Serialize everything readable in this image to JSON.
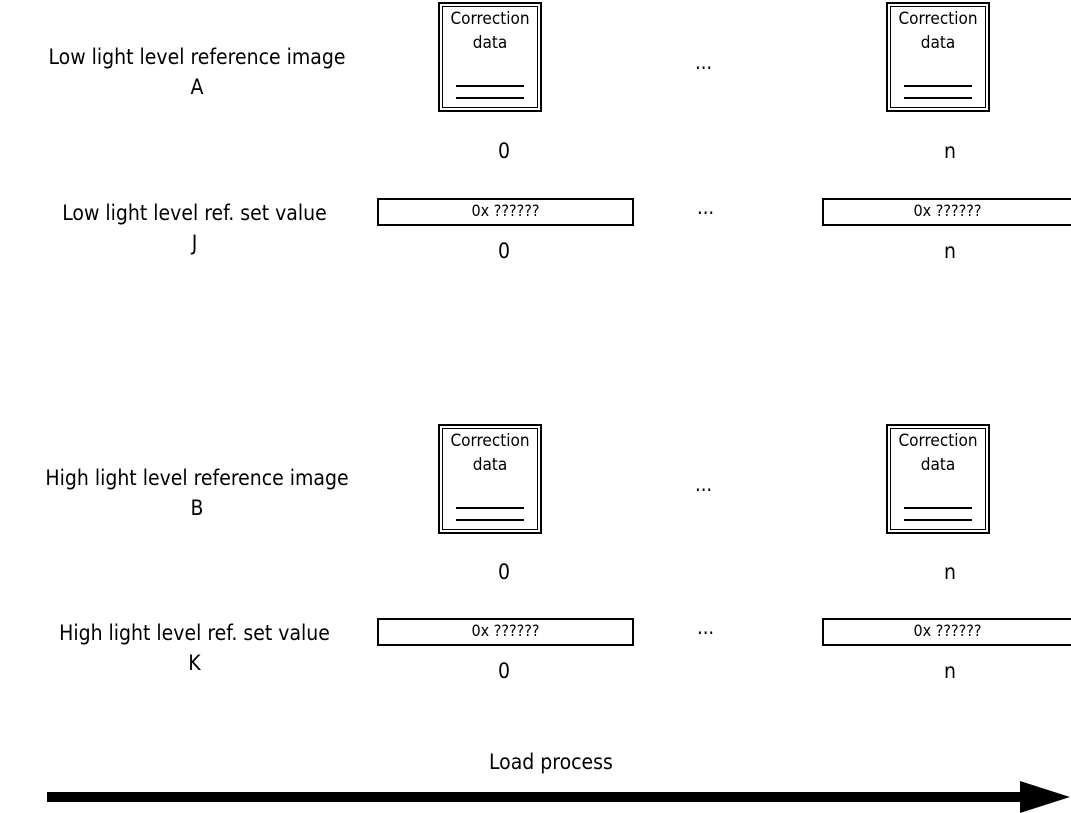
{
  "groups": [
    {
      "image_label_line1": "Low light level reference image",
      "image_label_line2": "A",
      "set_value_label_line1": "Low light level ref. set value",
      "set_value_label_line2": "J"
    },
    {
      "image_label_line1": "High light level reference image",
      "image_label_line2": "B",
      "set_value_label_line1": "High light level ref. set value",
      "set_value_label_line2": "K"
    }
  ],
  "document": {
    "title_line1": "Correction",
    "title_line2": "data"
  },
  "set_value_text": "0x ??????",
  "index_first": "0",
  "index_last": "n",
  "ellipsis": "...",
  "load_process_label": "Load process"
}
